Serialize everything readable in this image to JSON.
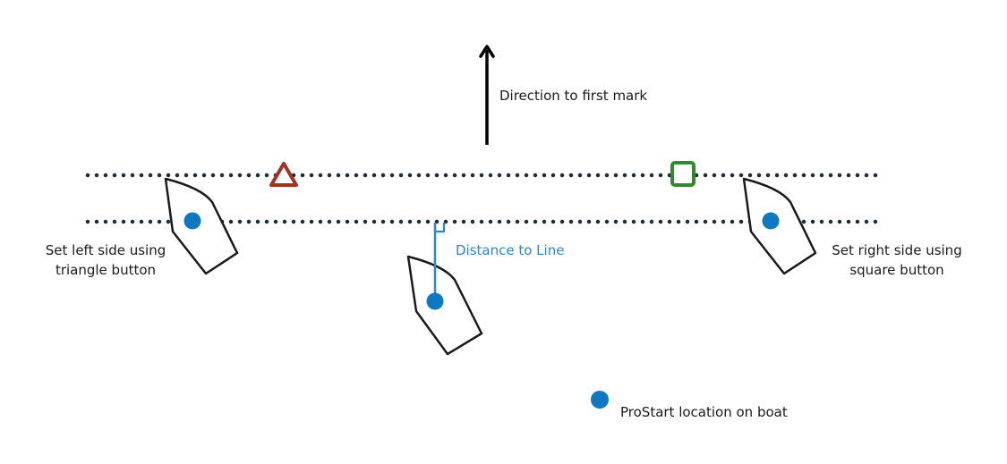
{
  "labels": {
    "direction": "Direction to first mark",
    "left_line1": "Set left side using",
    "left_line2": "triangle button",
    "right_line1": "Set right side using",
    "right_line2": "square button",
    "distance": "Distance to Line",
    "legend": "ProStart location on boat"
  },
  "colors": {
    "line": "#1f2a3a",
    "triangle": "#a33222",
    "square": "#2e8a2e",
    "dot": "#0f78c3",
    "distance": "#2f86c8",
    "boat": "#1a1a1a"
  }
}
